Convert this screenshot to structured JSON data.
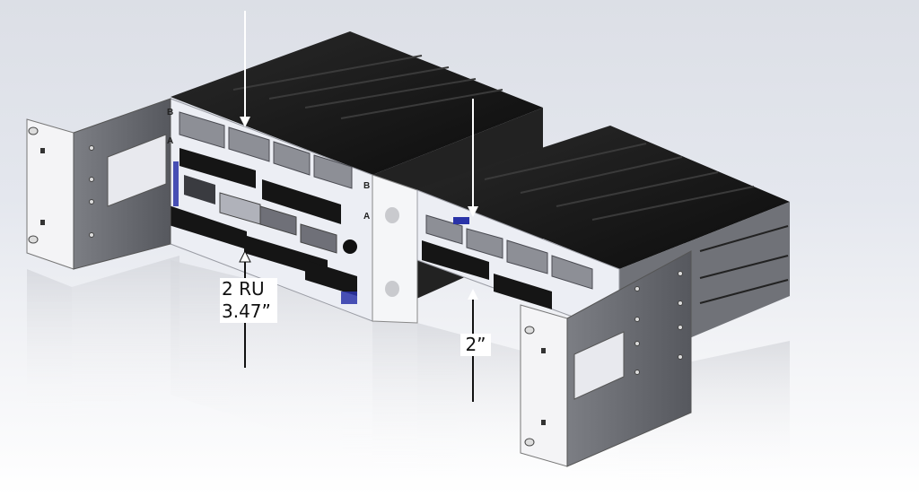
{
  "figure": {
    "description": "Isometric CAD rendering of two rack-mount I/O units with mounting brackets and dimension callouts",
    "units": [
      {
        "id": "left-unit",
        "height_label_line1": "2 RU",
        "height_label_line2": "3.47”",
        "panel_row_letters": [
          "B",
          "A"
        ]
      },
      {
        "id": "right-unit",
        "height_label": "2”",
        "panel_row_letters": [
          "B",
          "A"
        ]
      }
    ],
    "colors": {
      "chassis": "#1a1a1a",
      "faceplate": "#e9ebf2",
      "bracket": "#6b6d73",
      "bracket_face": "#f2f2f4",
      "label_blue": "#2a33a8",
      "terminal_block": "#161616",
      "arrow_dark": "#111111",
      "arrow_light": "#ffffff"
    }
  }
}
